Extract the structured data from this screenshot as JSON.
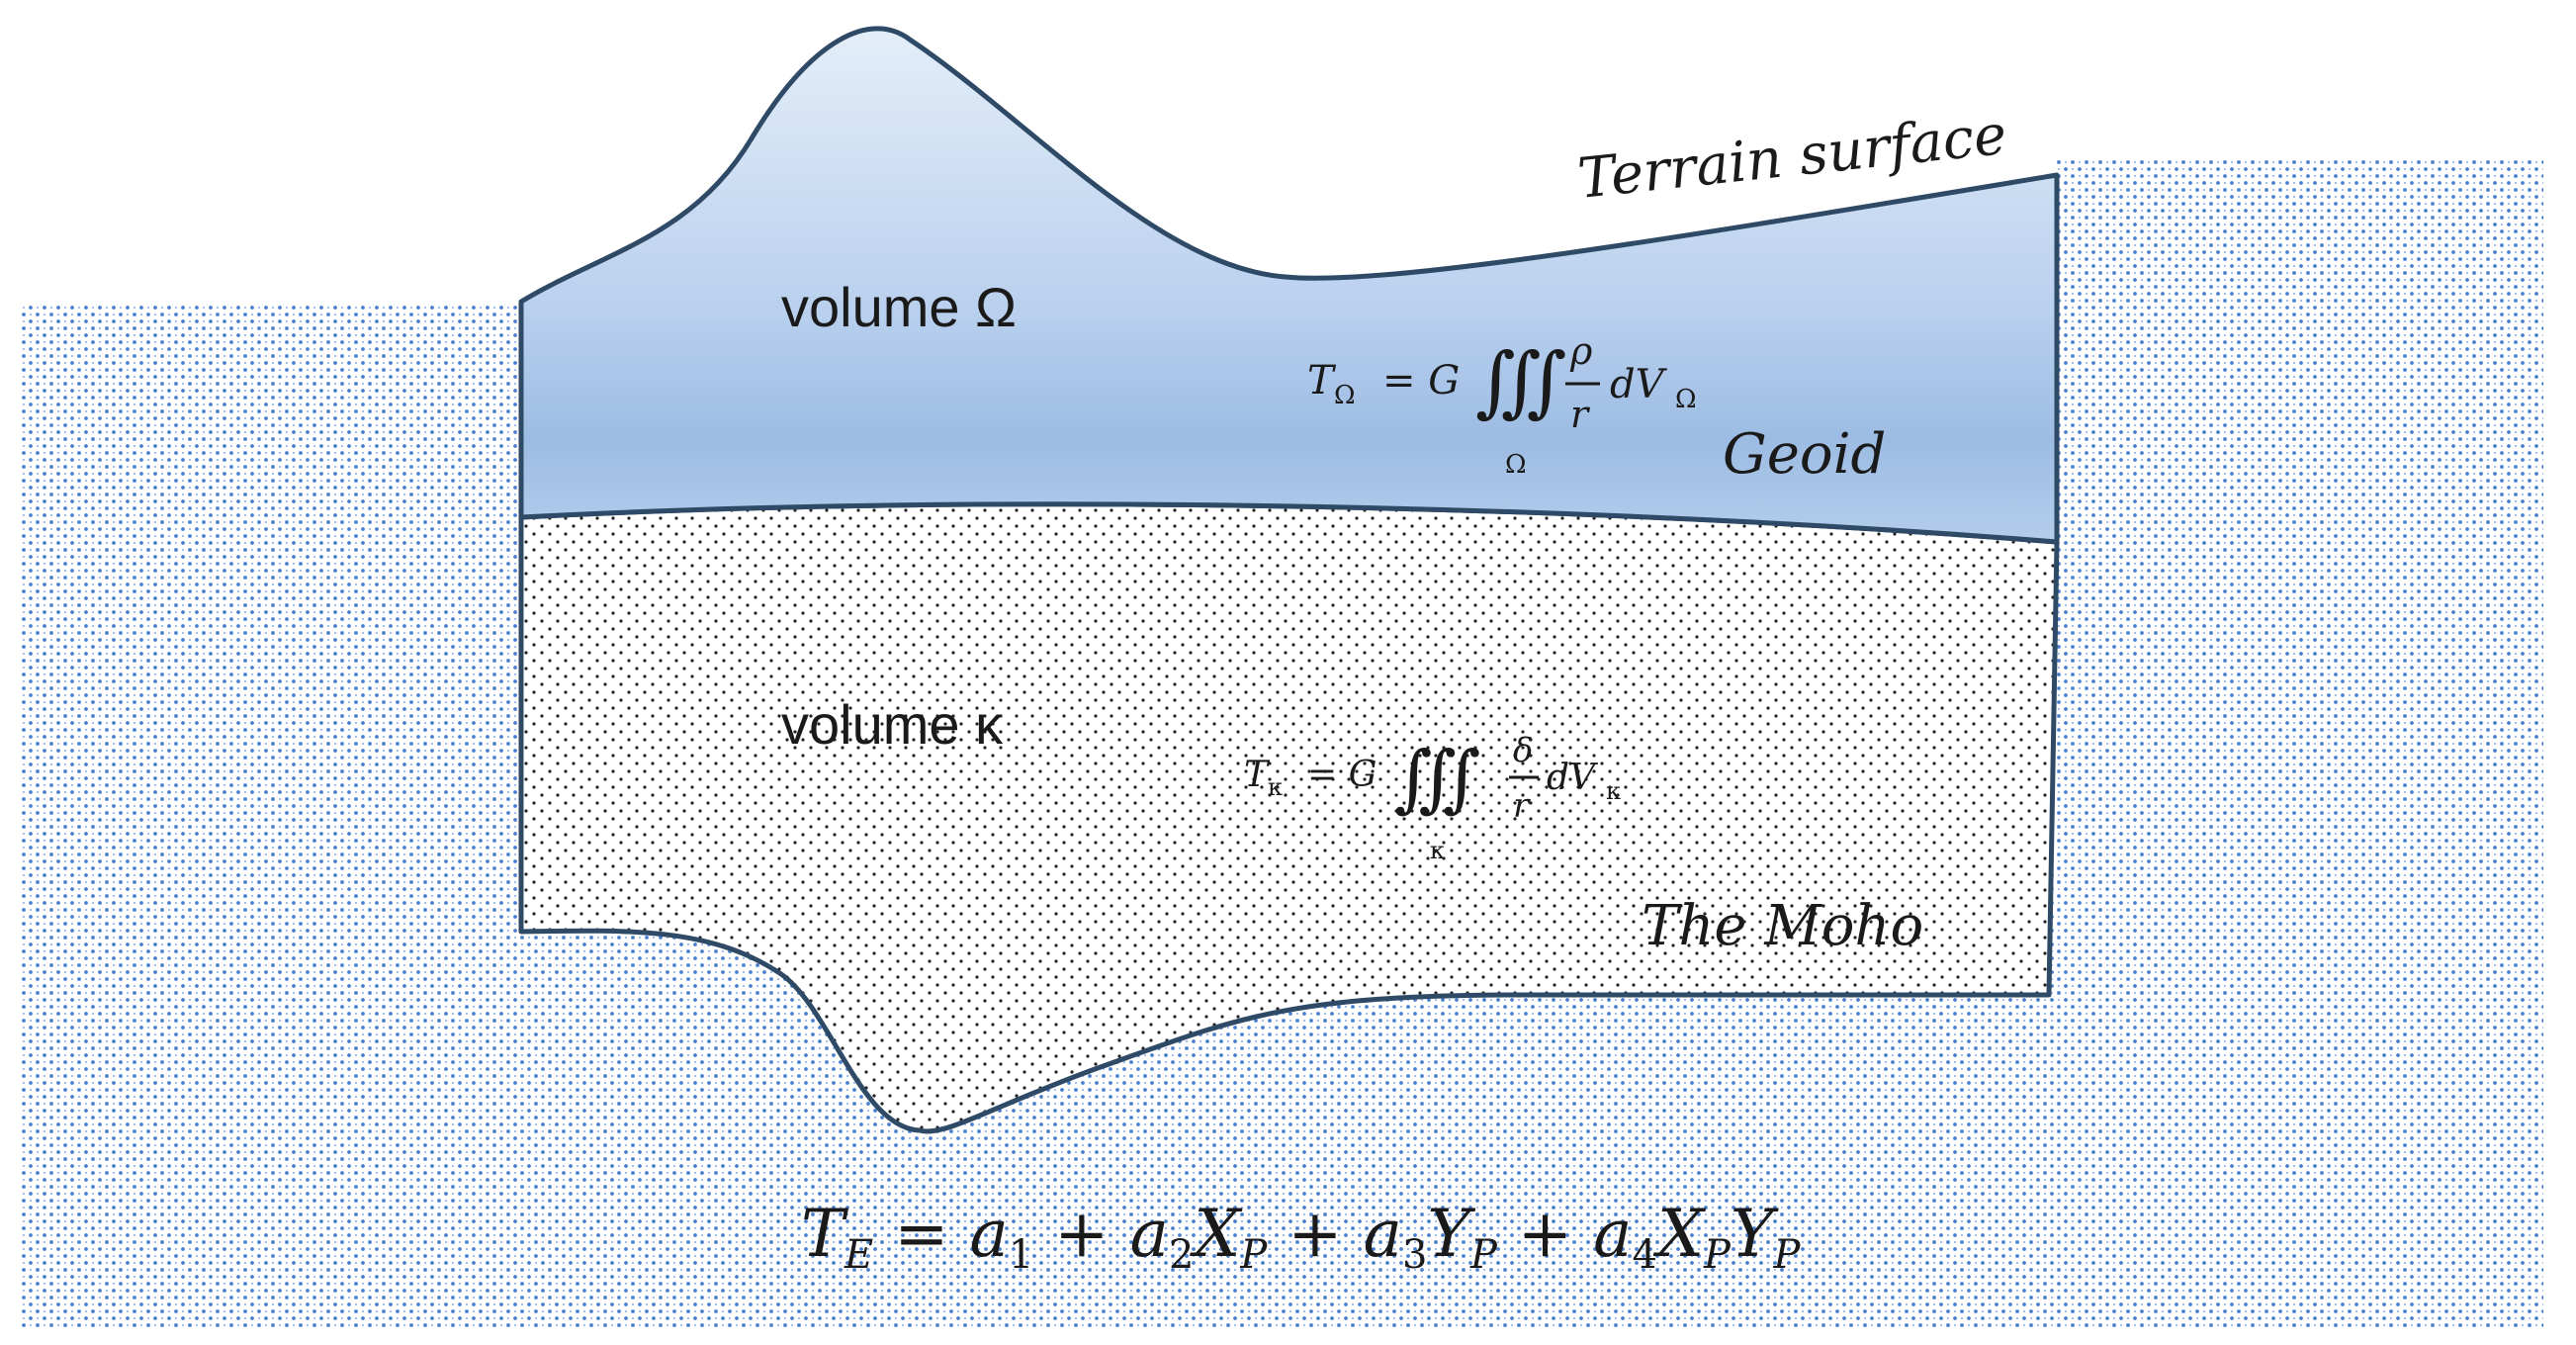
{
  "labels": {
    "terrain_surface": "Terrain surface",
    "geoid": "Geoid",
    "moho": "The Moho",
    "volume_omega": "volume  Ω",
    "volume_kappa": "volume  κ"
  },
  "equations": {
    "omega": {
      "lhs": "T",
      "lhs_sub": "Ω",
      "equals": "= G",
      "integral": "∭",
      "integral_sub": "Ω",
      "num": "ρ",
      "den": "r",
      "tail": "dV",
      "tail_sub": "Ω"
    },
    "kappa": {
      "lhs": "T",
      "lhs_sub": "κ",
      "equals": "= G",
      "integral": "∭",
      "integral_sub": "κ",
      "num": "δ",
      "den": "r",
      "tail": "dV",
      "tail_sub": "κ"
    },
    "bottom": {
      "t": "T",
      "t_sub": "E",
      "eq": " = ",
      "a1": "a",
      "a1_sub": "1",
      "plus1": " + ",
      "a2": "a",
      "a2_sub": "2",
      "x1": "X",
      "x1_sub": "P",
      "plus2": " + ",
      "a3": "a",
      "a3_sub": "3",
      "y1": "Y",
      "y1_sub": "P",
      "plus3": " + ",
      "a4": "a",
      "a4_sub": "4",
      "x2": "X",
      "x2_sub": "P",
      "y2": "Y",
      "y2_sub": "P"
    }
  },
  "colors": {
    "outline": "#2f4a66",
    "omega_fill_top": "#dfeaf7",
    "omega_fill_bottom": "#9dbce3",
    "background_pattern": "#4a7fd0",
    "kappa_dots": "#222222"
  }
}
